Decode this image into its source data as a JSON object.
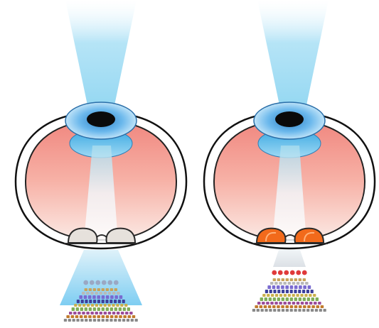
{
  "panels": [
    {
      "id": "left",
      "glasses_tint": "clear",
      "retina_light": "scattered"
    },
    {
      "id": "right",
      "glasses_tint": "orange",
      "retina_light": "blocked"
    }
  ],
  "colors": {
    "light_beam": "#bfe8f7",
    "eyeball_fill": "#f4a49a",
    "eyeball_stroke": "#111111",
    "iris": "#5fb0e6",
    "pupil": "#0a0a0a",
    "lens": "#6fc2ea",
    "glasses_clear": "#e6e1dc",
    "glasses_orange": "#f26a1b",
    "glasses_frame": "#2a2a2a",
    "photoreceptor_blocked": "#e03a3a",
    "photoreceptor_scattered": "#9aa8c4"
  },
  "icons": [
    "eye-icon",
    "glasses-icon",
    "retina-layers-icon"
  ]
}
